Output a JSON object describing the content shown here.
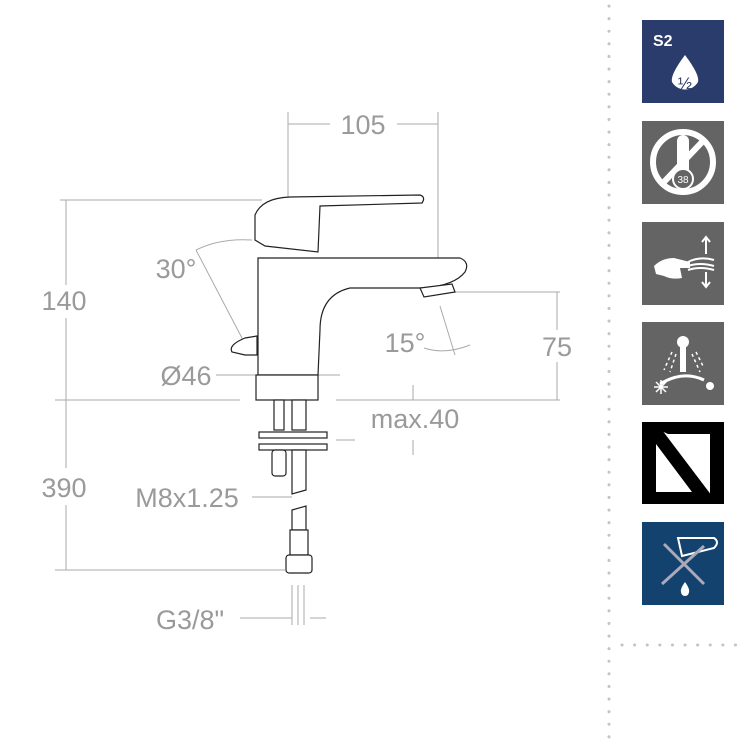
{
  "drawing": {
    "dimensions": {
      "width_top": "105",
      "height_upper": "140",
      "lever_angle": "30°",
      "base_diameter": "Ø46",
      "spout_angle": "15°",
      "spout_height": "75",
      "max_thickness": "max.40",
      "hose_length": "390",
      "stud_thread": "M8x1.25",
      "connection": "G3/8\""
    }
  },
  "icons": [
    {
      "name": "s2-water-saving-icon",
      "label_top": "S2",
      "label_drop": "½",
      "color": "#2a3c6b"
    },
    {
      "name": "no-thermostat-38-icon",
      "label": "38",
      "color": "#646464"
    },
    {
      "name": "hand-flow-icon",
      "color": "#646464"
    },
    {
      "name": "cold-hot-mix-icon",
      "color": "#646464"
    },
    {
      "name": "brand-logo-icon",
      "color": "#000000"
    },
    {
      "name": "no-acid-cleaning-icon",
      "color": "#14426e"
    }
  ]
}
